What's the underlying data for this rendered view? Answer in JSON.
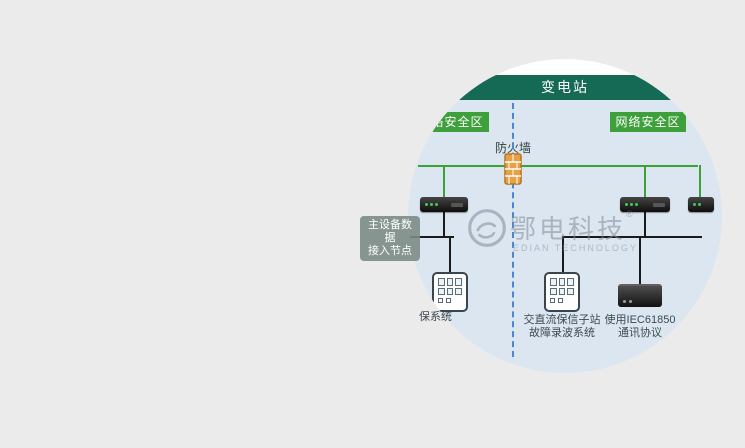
{
  "colors": {
    "page_bg": "#ebebeb",
    "diagram_bg": "#dce6f1",
    "banner_green": "#156a56",
    "zone_green": "#3ea03a",
    "line_green": "#3aa336",
    "dashed_blue": "#4a86d8",
    "firewall_orange": "#e7a144",
    "label_dark": "#3d4a50"
  },
  "banner": {
    "title": "变电站"
  },
  "zones": {
    "left_label": "网络安全区",
    "right_label": "网络安全区"
  },
  "firewall": {
    "label": "防火墙"
  },
  "node_badge": {
    "line1": "主设备数据",
    "line2": "接入节点"
  },
  "system_labels": {
    "left": "保系统",
    "middle_line1": "交直流保信子站",
    "middle_line2": "故障录波系统",
    "right_line1": "使用IEC61850",
    "right_line2": "通讯协议"
  },
  "watermark": {
    "cn": "鄂电科技",
    "reg": "®",
    "en": "EDIAN TECHNOLOGY"
  }
}
